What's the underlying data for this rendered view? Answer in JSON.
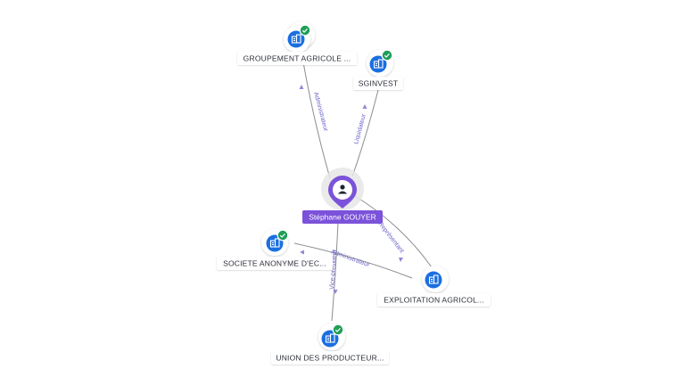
{
  "center": {
    "label": "Stéphane GOUYER",
    "icon": "person-icon"
  },
  "companies": [
    {
      "id": "groupement",
      "label": "GROUPEMENT AGRICOLE ...",
      "verified": true,
      "stacked": true
    },
    {
      "id": "sginvest",
      "label": "SGINVEST",
      "verified": true,
      "stacked": false
    },
    {
      "id": "societe",
      "label": "SOCIETE ANONYME D'EC...",
      "verified": true,
      "stacked": false
    },
    {
      "id": "exploitation",
      "label": "EXPLOITATION AGRICOL...",
      "verified": false,
      "stacked": false
    },
    {
      "id": "union",
      "label": "UNION DES PRODUCTEUR...",
      "verified": true,
      "stacked": false
    }
  ],
  "relations": [
    {
      "to": "groupement",
      "label": "Administrateur"
    },
    {
      "to": "sginvest",
      "label": "Liquidateur"
    },
    {
      "to": "societe",
      "label": "Administrateur"
    },
    {
      "to": "exploitation",
      "label": "Représentant"
    },
    {
      "to": "union",
      "label": "Vice-président"
    }
  ],
  "colors": {
    "company_icon": "#1a6fe0",
    "verified_badge": "#1e9e57",
    "center_pin": "#7b52d9",
    "edge": "#8a8d93",
    "edge_label": "#6b63c7"
  }
}
